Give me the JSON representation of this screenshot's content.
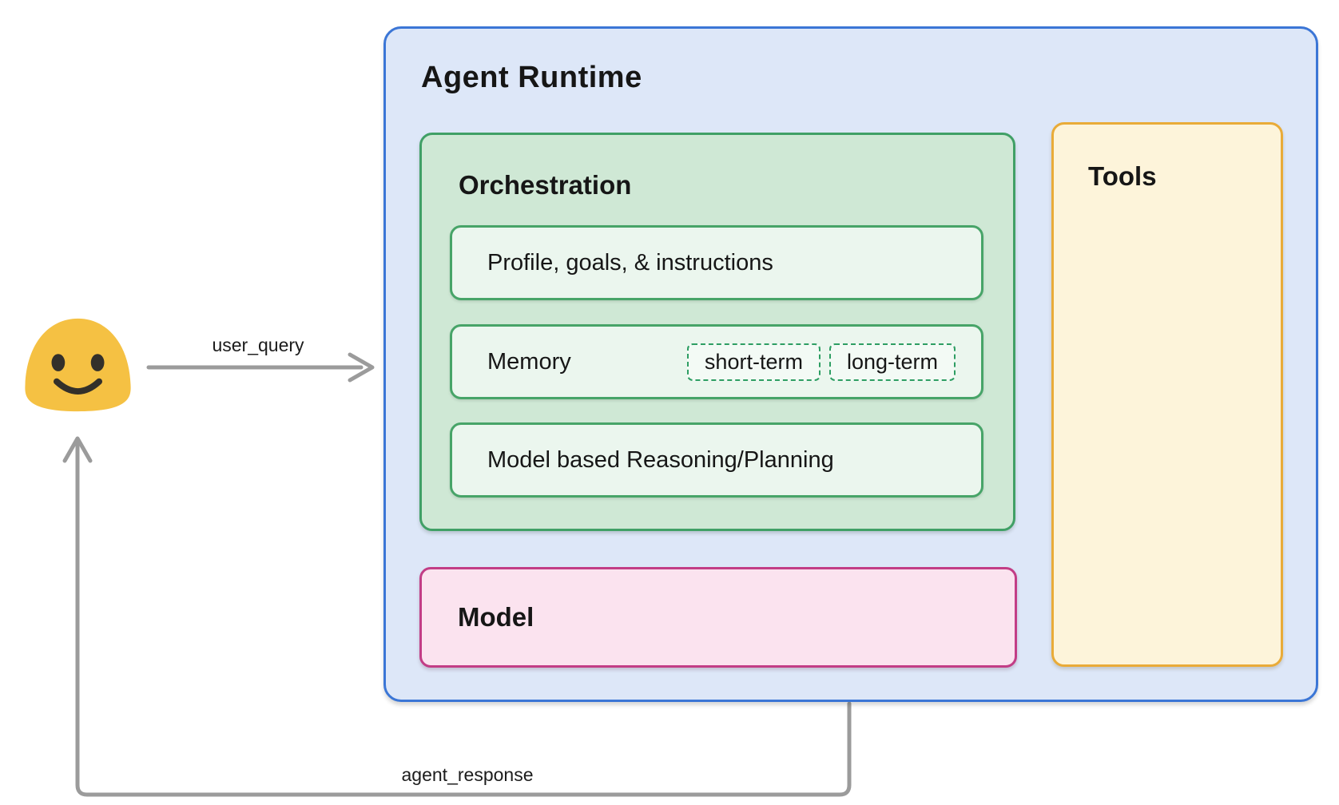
{
  "flows": {
    "user_query_label": "user_query",
    "agent_response_label": "agent_response"
  },
  "user": {
    "icon": "blob-smiley-emoji"
  },
  "agent_runtime": {
    "title": "Agent Runtime",
    "orchestration": {
      "title": "Orchestration",
      "profile": {
        "label": "Profile, goals, & instructions"
      },
      "memory": {
        "label": "Memory",
        "tags": [
          {
            "label": "short-term"
          },
          {
            "label": "long-term"
          }
        ]
      },
      "reasoning": {
        "label": "Model based Reasoning/Planning"
      }
    },
    "model": {
      "label": "Model"
    },
    "tools": {
      "title": "Tools"
    }
  },
  "colors": {
    "runtime_bg": "#dde7f8",
    "runtime_border": "#3b76d6",
    "orchestration_bg": "#cfe8d5",
    "orchestration_border": "#40a066",
    "item_bg": "#ebf6ee",
    "item_border": "#47a468",
    "memory_tag_border": "#2e9e63",
    "memory_tag_bg": "#f3faf5",
    "model_bg": "#fbe3ef",
    "model_border": "#c23d86",
    "tools_bg": "#fdf4da",
    "tools_border": "#e9ab38",
    "arrow": "#9b9b9b",
    "text": "#161616",
    "emoji_body": "#f5c143",
    "emoji_face": "#33302a"
  }
}
